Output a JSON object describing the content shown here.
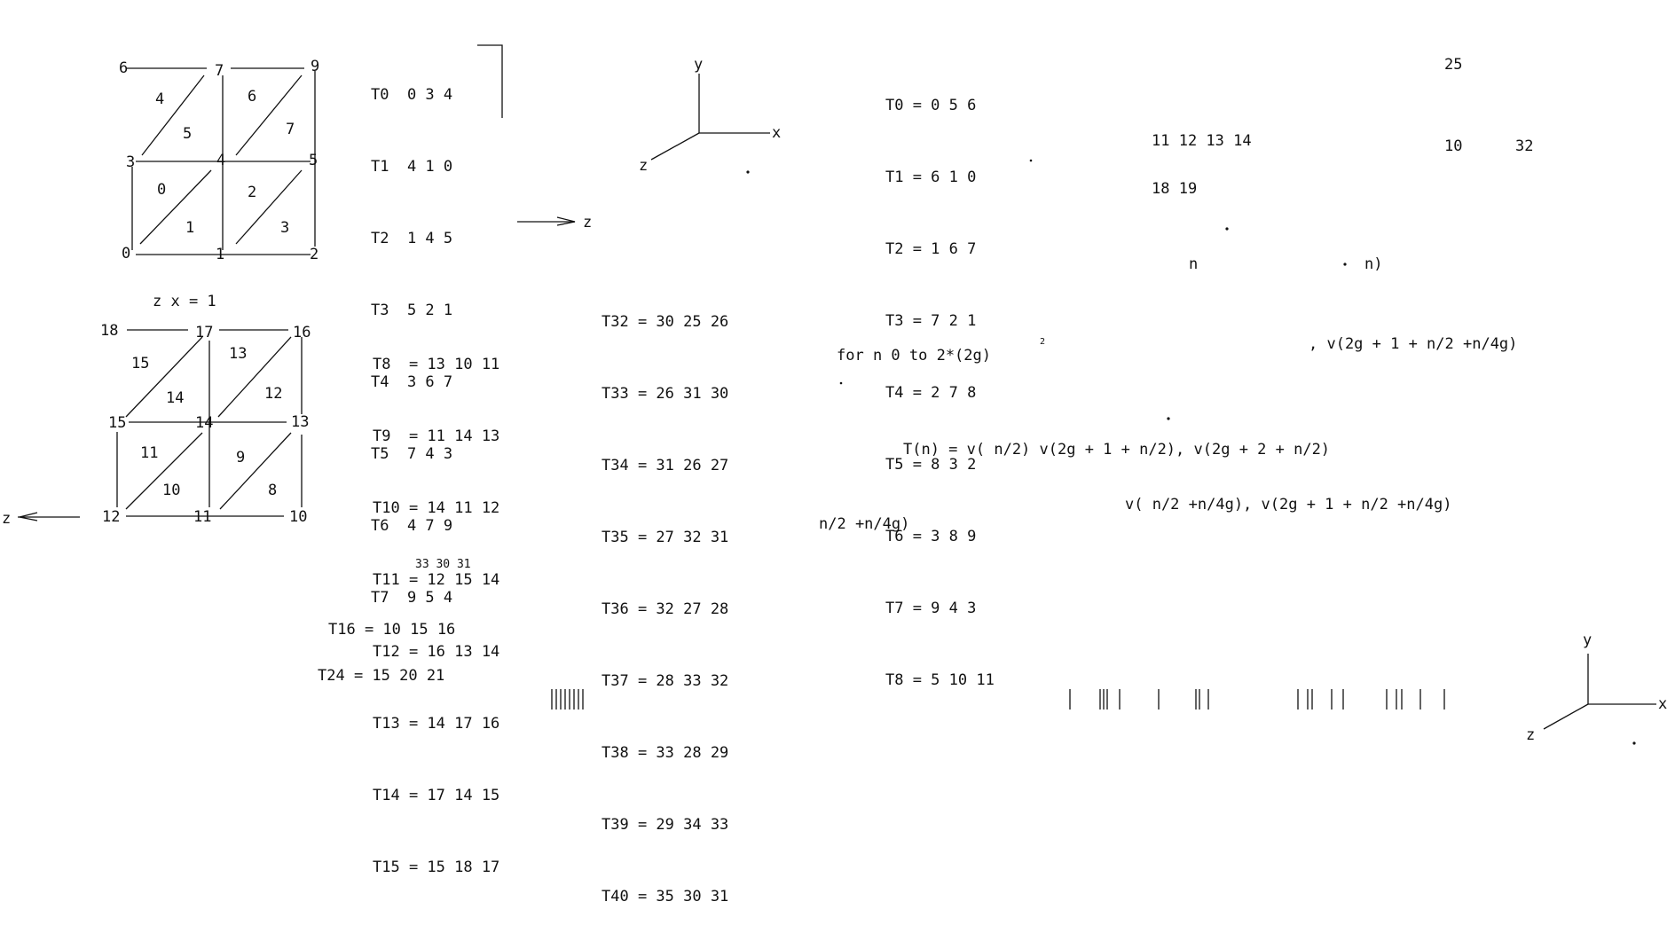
{
  "grid_top": {
    "vertices": [
      "0",
      "1",
      "2",
      "3",
      "4",
      "5",
      "6",
      "7",
      "9"
    ],
    "triangles": [
      "0",
      "1",
      "2",
      "3",
      "4",
      "5",
      "6",
      "7"
    ],
    "bracket_lines": [
      "T0  0 3 4",
      "T1  4 1 0",
      "T2  1 4 5",
      "T3  5 2 1",
      "T4  3 6 7",
      "T5  7 4 3",
      "T6  4 7 9",
      "T7  9 5 4"
    ],
    "arrow_label": "z"
  },
  "grid_bottom": {
    "caption": "z x = 1",
    "vertices": [
      "10",
      "11",
      "12",
      "13",
      "14",
      "15",
      "16",
      "17",
      "18"
    ],
    "triangles": [
      "8",
      "9",
      "10",
      "11",
      "12",
      "13",
      "14",
      "15"
    ],
    "lines": [
      "T8  = 13 10 11",
      "T9  = 11 14 13",
      "T10 = 14 11 12",
      "T11 = 12 15 14",
      "T12 = 16 13 14",
      "T13 = 14 17 16",
      "T14 = 17 14 15",
      "T15 = 15 18 17"
    ],
    "arrow_label": "z"
  },
  "list_mid": [
    "T32 = 30 25 26",
    "T33 = 26 31 30",
    "T34 = 31 26 27",
    "T35 = 27 32 31",
    "T36 = 32 27 28",
    "T37 = 28 33 32",
    "T38 = 33 28 29",
    "T39 = 29 34 33",
    "T40 = 35 30 31"
  ],
  "list_right": [
    "T0 = 0 5 6",
    "T1 = 6 1 0",
    "T2 = 1 6 7",
    "T3 = 7 2 1",
    "T4 = 2 7 8",
    "T5 = 8 3 2",
    "T6 = 3 8 9",
    "T7 = 9 4 3",
    "T8 = 5 10 11"
  ],
  "fragments": {
    "f_25": "25",
    "f_11_14": "11 12 13 14",
    "f_10": "10",
    "f_32": "32",
    "f_18_19": "18 19",
    "f_n": "n",
    "f_n_close": "n)",
    "for_loop": "for n  0 to 2*(2g)",
    "for_sup": "2",
    "v_right": ", v(2g + 1 + n/2 +n/4g)",
    "t_formula": "T(n) =  v( n/2)   v(2g + 1 + n/2), v(2g + 2 + n/2)",
    "v_second": "v( n/2  +n/4g), v(2g + 1 + n/2 +n/4g)",
    "n2_left": "n/2 +n/4g)",
    "cut_text": "33 30 31",
    "t16": "T16 = 10 15 16",
    "t24": "T24 = 15 20 21"
  },
  "axes": {
    "top": {
      "y": "y",
      "x": "x",
      "z": "z"
    },
    "bottom": {
      "y": "y",
      "x": "x",
      "z": "z"
    }
  }
}
